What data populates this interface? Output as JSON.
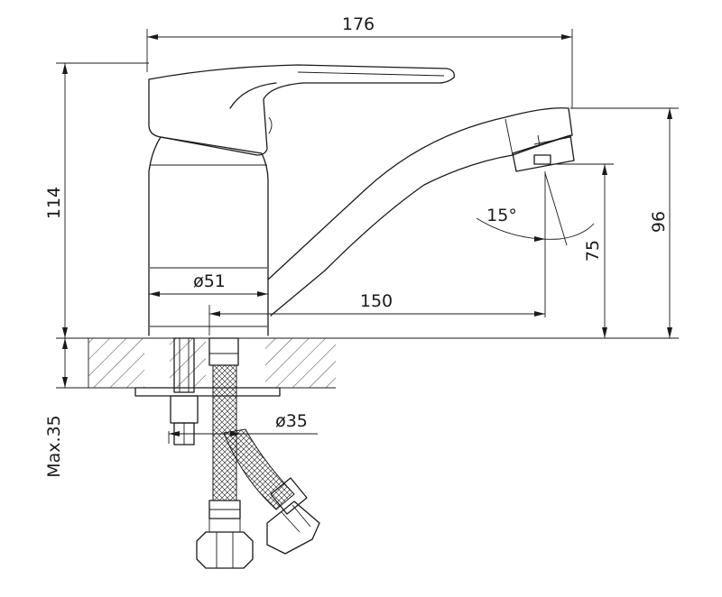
{
  "dimensions": {
    "overall_length": "176",
    "total_height": "114",
    "spout_height": "96",
    "aerator_height": "75",
    "spout_reach": "150",
    "base_diameter": "ø51",
    "mounting_hole": "ø35",
    "max_counter_thickness": "Max.35",
    "outlet_angle": "15°"
  },
  "colors": {
    "line": "#1a1a1a",
    "background": "#ffffff"
  }
}
